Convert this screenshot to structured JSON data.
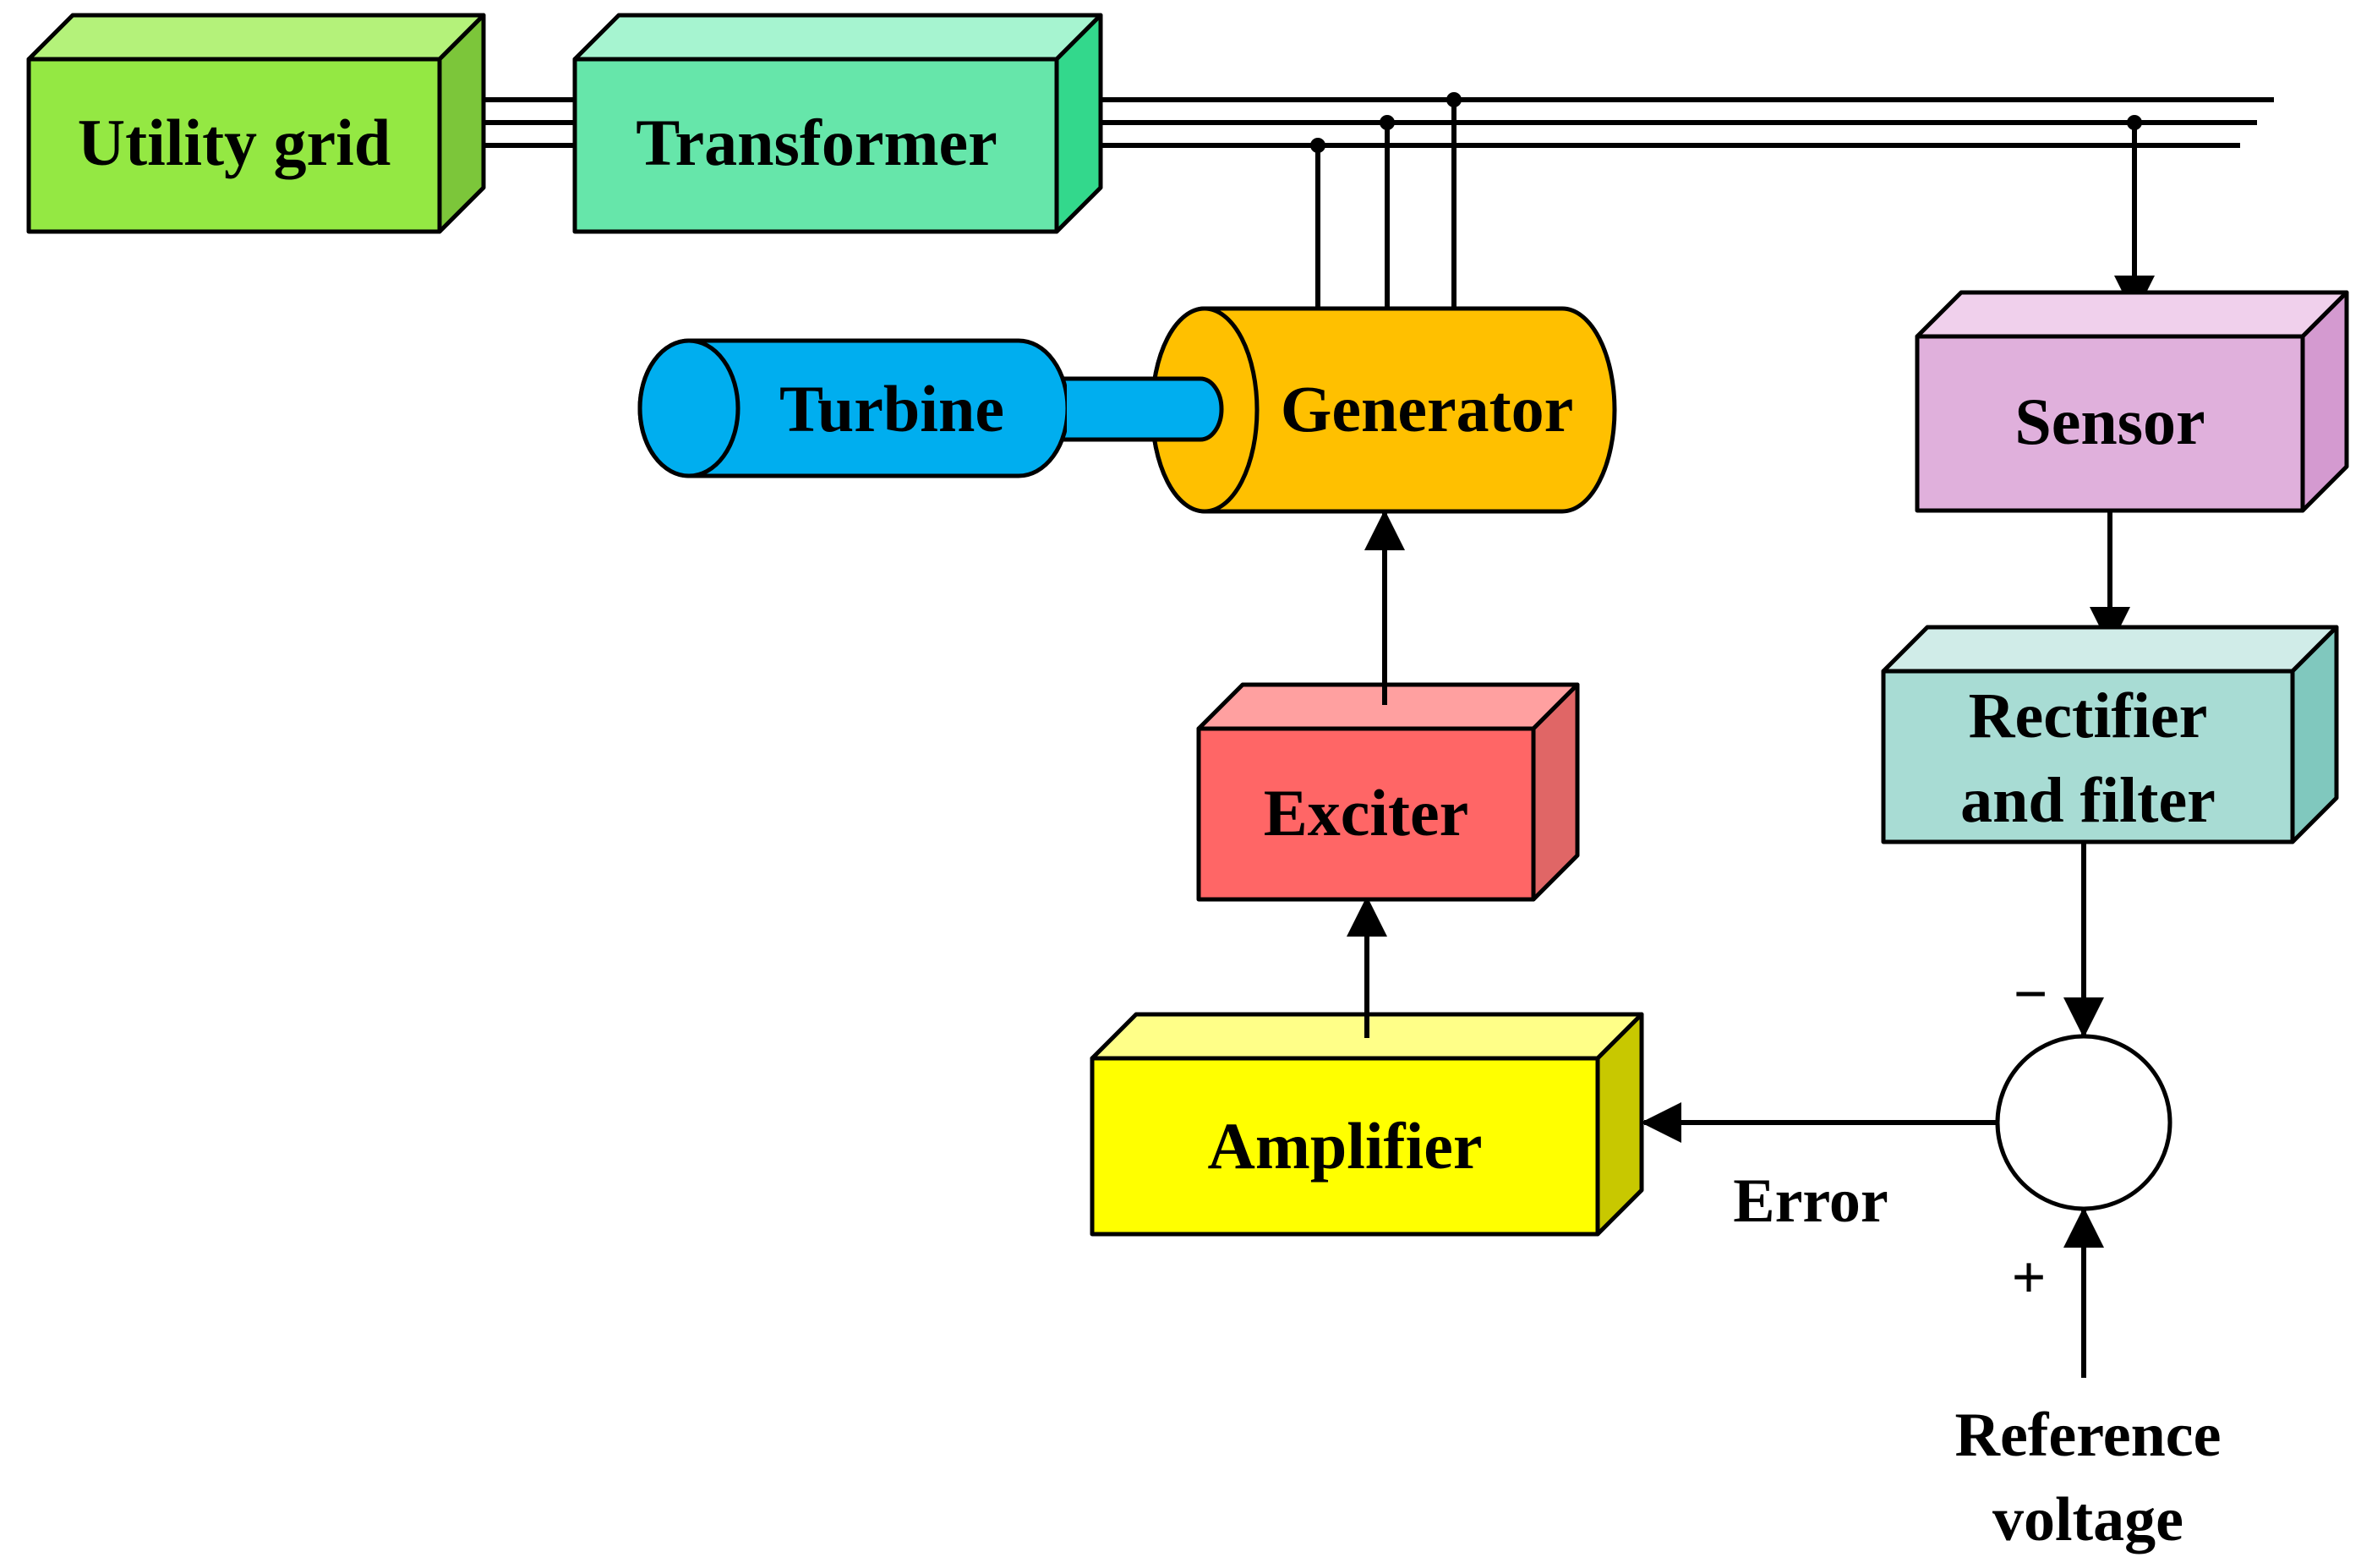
{
  "blocks": {
    "utility_grid": {
      "label": "Utility grid",
      "color": "#94E843"
    },
    "transformer": {
      "label": "Transformer",
      "color": "#66E6AA"
    },
    "turbine": {
      "label": "Turbine",
      "color": "#00AEEF"
    },
    "generator": {
      "label": "Generator",
      "color": "#FFC000"
    },
    "sensor": {
      "label": "Sensor",
      "color": "#E0B0DC"
    },
    "rectifier_line1": "Rectifier",
    "rectifier_line2": "and filter",
    "rectifier_color": "#A8DCD4",
    "exciter": {
      "label": "Exciter",
      "color": "#FF6666"
    },
    "amplifier": {
      "label": "Amplifier",
      "color": "#FFFF00"
    }
  },
  "summing_junction": {
    "minus_sign": "−",
    "plus_sign": "+"
  },
  "signals": {
    "error": "Error",
    "reference_line1": "Reference",
    "reference_line2": "voltage"
  }
}
